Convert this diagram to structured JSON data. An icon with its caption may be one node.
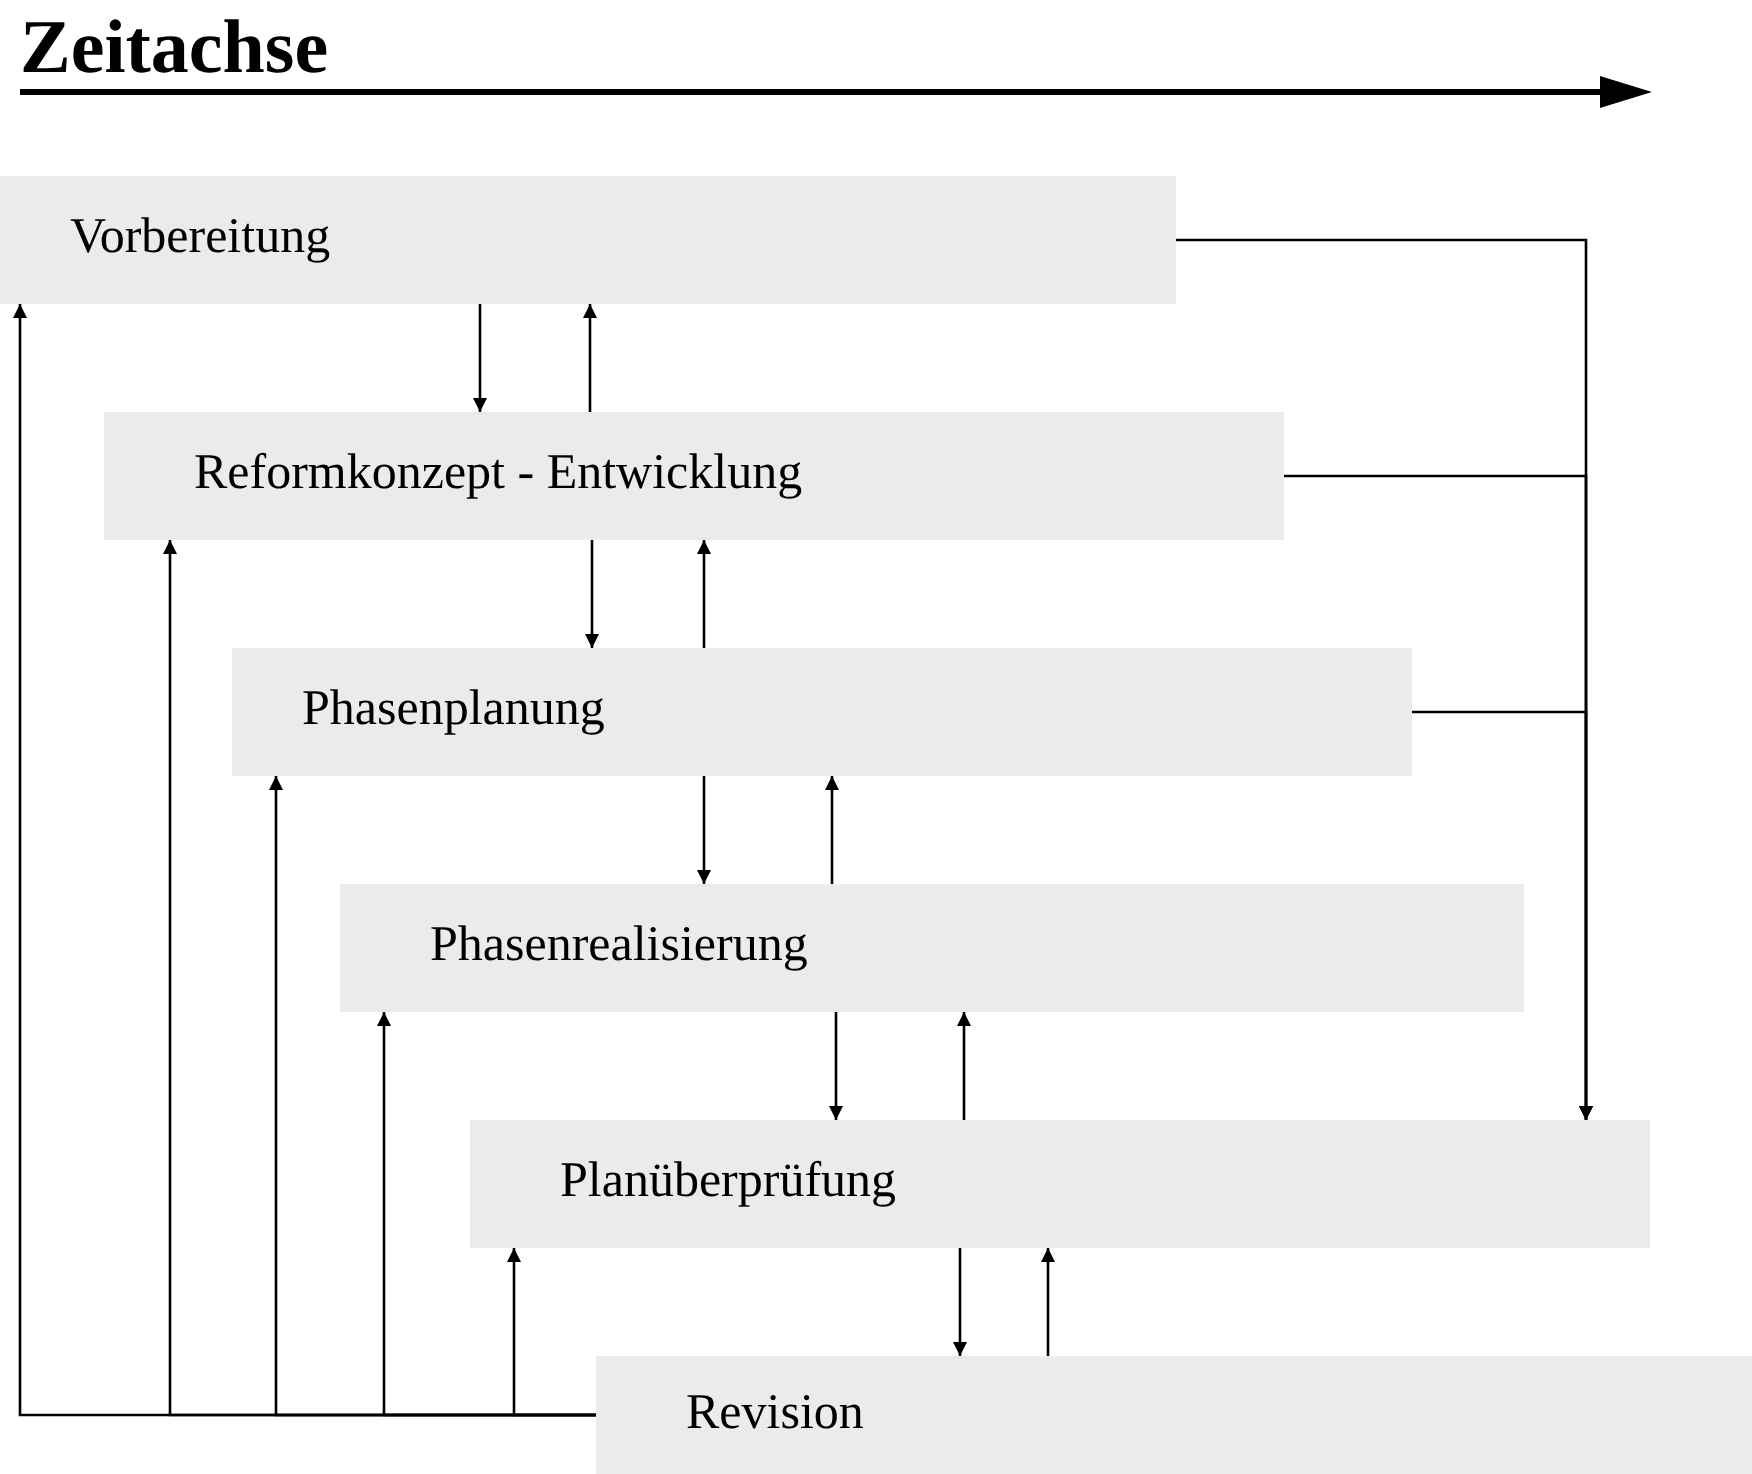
{
  "diagram": {
    "title": "Zeitachse",
    "nodes": [
      {
        "text": [
          "Vorbereitung"
        ]
      },
      {
        "text": [
          "Reformkonzept - Entwicklung"
        ]
      },
      {
        "text": [
          "Phasenplanung"
        ]
      },
      {
        "text": [
          "Phasenrealisierung"
        ]
      },
      {
        "text": [
          "Planüberprüfung"
        ]
      },
      {
        "text": [
          "Revision"
        ]
      }
    ],
    "edges": [
      {
        "from": 0,
        "to": 1,
        "arrow": "to"
      },
      {
        "from": 1,
        "to": 0,
        "arrow": "to"
      },
      {
        "from": 1,
        "to": 2,
        "arrow": "to"
      },
      {
        "from": 2,
        "to": 1,
        "arrow": "to"
      },
      {
        "from": 2,
        "to": 3,
        "arrow": "to"
      },
      {
        "from": 3,
        "to": 2,
        "arrow": "to"
      },
      {
        "from": 3,
        "to": 4,
        "arrow": "to"
      },
      {
        "from": 4,
        "to": 3,
        "arrow": "to"
      },
      {
        "from": 4,
        "to": 5,
        "arrow": "to"
      },
      {
        "from": 5,
        "to": 4,
        "arrow": "to"
      },
      {
        "from": 0,
        "to": 4,
        "arrow": "to"
      },
      {
        "from": 1,
        "to": 4,
        "arrow": "to"
      },
      {
        "from": 2,
        "to": 4,
        "arrow": "to"
      },
      {
        "from": 5,
        "to": 0,
        "arrow": "to"
      },
      {
        "from": 5,
        "to": 1,
        "arrow": "to"
      },
      {
        "from": 5,
        "to": 2,
        "arrow": "to"
      },
      {
        "from": 5,
        "to": 3,
        "arrow": "to"
      },
      {
        "from": 5,
        "to": 4,
        "arrow": "to"
      }
    ]
  }
}
